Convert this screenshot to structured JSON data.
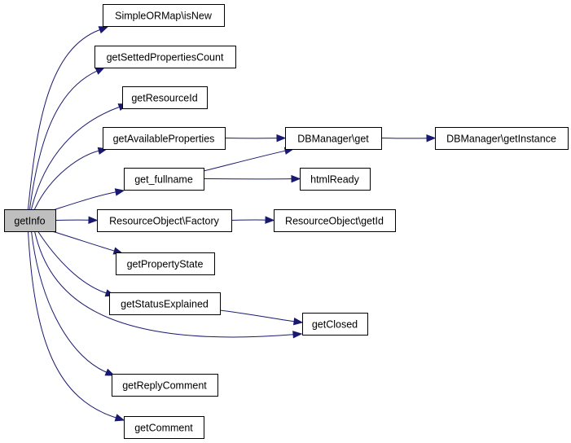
{
  "nodes": [
    {
      "id": "getInfo",
      "label": "getInfo",
      "root": true
    },
    {
      "id": "isNew",
      "label": "SimpleORMap\\isNew"
    },
    {
      "id": "setCount",
      "label": "getSettedPropertiesCount"
    },
    {
      "id": "resId",
      "label": "getResourceId"
    },
    {
      "id": "availProps",
      "label": "getAvailableProperties"
    },
    {
      "id": "fullname",
      "label": "get_fullname"
    },
    {
      "id": "factory",
      "label": "ResourceObject\\Factory"
    },
    {
      "id": "propState",
      "label": "getPropertyState"
    },
    {
      "id": "statusExpl",
      "label": "getStatusExplained"
    },
    {
      "id": "replyComment",
      "label": "getReplyComment"
    },
    {
      "id": "comment",
      "label": "getComment"
    },
    {
      "id": "dbGet",
      "label": "DBManager\\get"
    },
    {
      "id": "htmlReady",
      "label": "htmlReady"
    },
    {
      "id": "roGetId",
      "label": "ResourceObject\\getId"
    },
    {
      "id": "closed",
      "label": "getClosed"
    },
    {
      "id": "dbInst",
      "label": "DBManager\\getInstance"
    }
  ],
  "edges": [
    {
      "from": "getInfo",
      "to": "isNew"
    },
    {
      "from": "getInfo",
      "to": "setCount"
    },
    {
      "from": "getInfo",
      "to": "resId"
    },
    {
      "from": "getInfo",
      "to": "availProps"
    },
    {
      "from": "getInfo",
      "to": "fullname"
    },
    {
      "from": "getInfo",
      "to": "factory"
    },
    {
      "from": "getInfo",
      "to": "propState"
    },
    {
      "from": "getInfo",
      "to": "statusExpl"
    },
    {
      "from": "getInfo",
      "to": "closed"
    },
    {
      "from": "getInfo",
      "to": "replyComment"
    },
    {
      "from": "getInfo",
      "to": "comment"
    },
    {
      "from": "availProps",
      "to": "dbGet"
    },
    {
      "from": "fullname",
      "to": "dbGet"
    },
    {
      "from": "fullname",
      "to": "htmlReady"
    },
    {
      "from": "dbGet",
      "to": "dbInst"
    },
    {
      "from": "factory",
      "to": "roGetId"
    },
    {
      "from": "statusExpl",
      "to": "closed"
    }
  ],
  "colors": {
    "edge": "#191970",
    "root_fill": "#bfbfbf",
    "node_fill": "#ffffff"
  }
}
